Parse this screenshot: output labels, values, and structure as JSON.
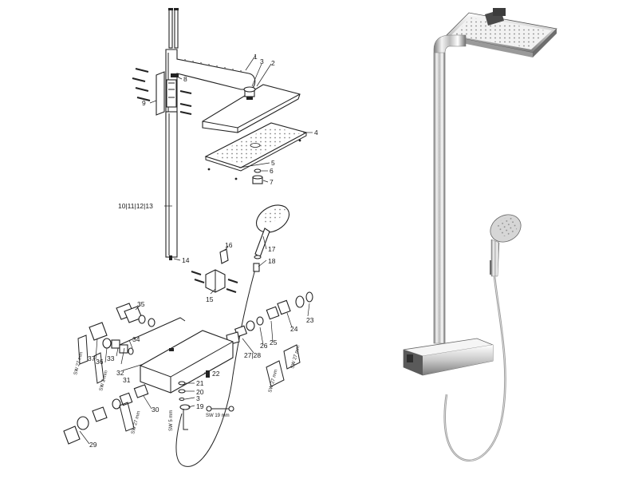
{
  "callouts": {
    "c1": "1",
    "c2": "2",
    "c3": "3",
    "c4": "4",
    "c5": "5",
    "c6": "6",
    "c7": "7",
    "c8": "8",
    "c9": "9",
    "c10_13": "10|11|12|13",
    "c14": "14",
    "c15": "15",
    "c16": "16",
    "c17": "17",
    "c18": "18",
    "c19": "19",
    "c20": "20",
    "c21": "21",
    "c22": "22",
    "c23": "23",
    "c24": "24",
    "c25": "25",
    "c26": "26",
    "c27_28": "27|28",
    "c29": "29",
    "c30": "30",
    "c31": "31",
    "c32": "32",
    "c33": "33",
    "c34": "34",
    "c35": "35",
    "c36": "36",
    "c37": "37",
    "c3b": "3"
  },
  "tool_labels": {
    "sw27a": "SW 27 mm",
    "sw27b": "SW 27 mm",
    "sw27c": "SW 27 mm",
    "sw27d": "SW 27 mm",
    "sw19": "SW 19 mm",
    "sw5": "SW 5 mm",
    "sw2": "SW 2 mm"
  },
  "icons": [
    "exploded-parts-drawing",
    "shower-system-product-photo"
  ]
}
